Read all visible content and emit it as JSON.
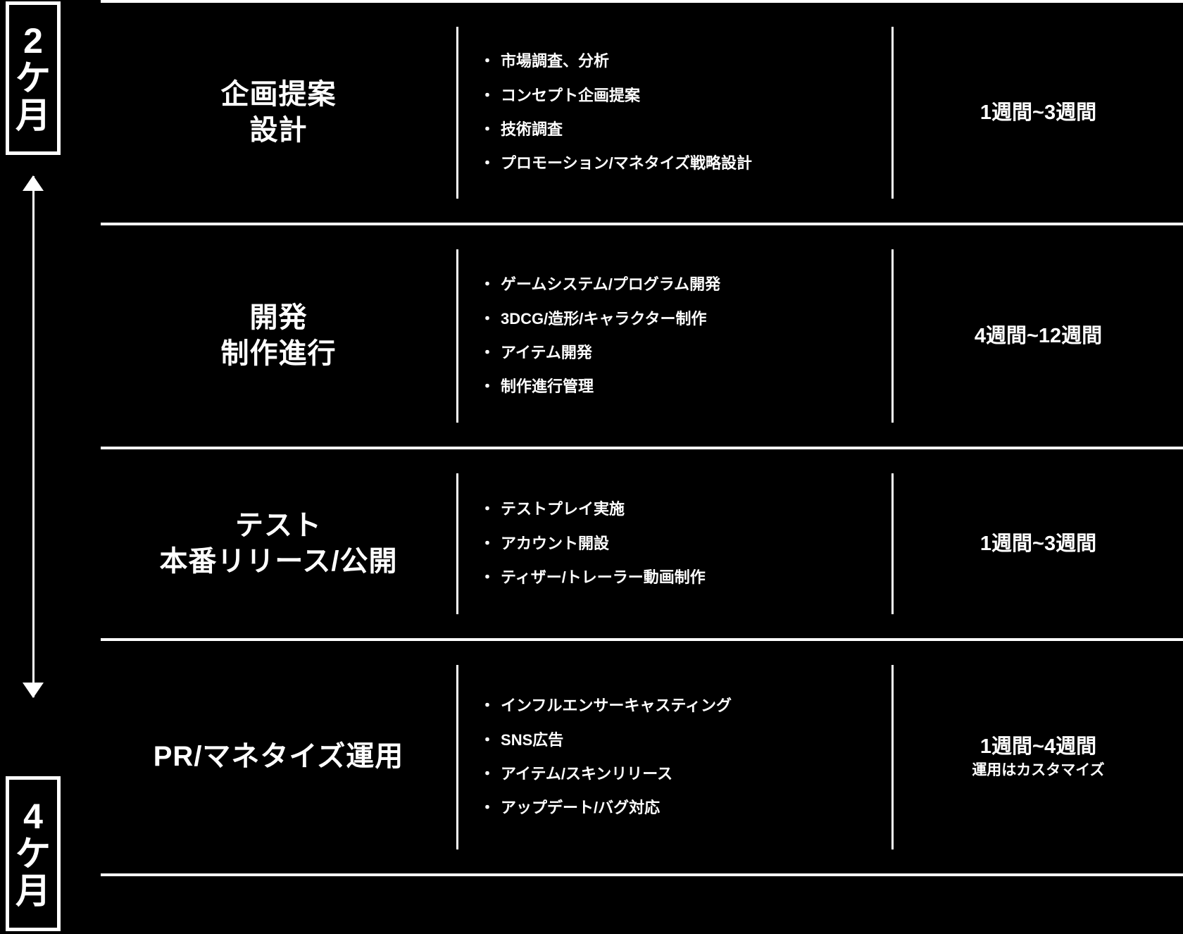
{
  "timeline": {
    "top_badge": {
      "number": "2",
      "unit_line1": "ケ",
      "unit_line2": "月"
    },
    "bottom_badge": {
      "number": "4",
      "unit_line1": "ケ",
      "unit_line2": "月"
    },
    "arrow_name": "vertical-double-arrow"
  },
  "accent_color": "#ffffff",
  "background_color": "#000000",
  "rows": [
    {
      "phase_lines": [
        "企画提案",
        "設計"
      ],
      "tasks": [
        "市場調査、分析",
        "コンセプト企画提案",
        "技術調査",
        "プロモーション/マネタイズ戦略設計"
      ],
      "duration": "1週間~3週間",
      "duration_note": ""
    },
    {
      "phase_lines": [
        "開発",
        "制作進行"
      ],
      "tasks": [
        "ゲームシステム/プログラム開発",
        "3DCG/造形/キャラクター制作",
        "アイテム開発",
        "制作進行管理"
      ],
      "duration": "4週間~12週間",
      "duration_note": ""
    },
    {
      "phase_lines": [
        "テスト",
        "本番リリース/公開"
      ],
      "tasks": [
        "テストプレイ実施",
        "アカウント開設",
        "ティザー/トレーラー動画制作"
      ],
      "duration": "1週間~3週間",
      "duration_note": ""
    },
    {
      "phase_lines": [
        "PR/マネタイズ運用"
      ],
      "tasks": [
        "インフルエンサーキャスティング",
        "SNS広告",
        "アイテム/スキンリリース",
        "アップデート/バグ対応"
      ],
      "duration": "1週間~4週間",
      "duration_note": "運用はカスタマイズ"
    }
  ],
  "bullet_glyph": "・"
}
